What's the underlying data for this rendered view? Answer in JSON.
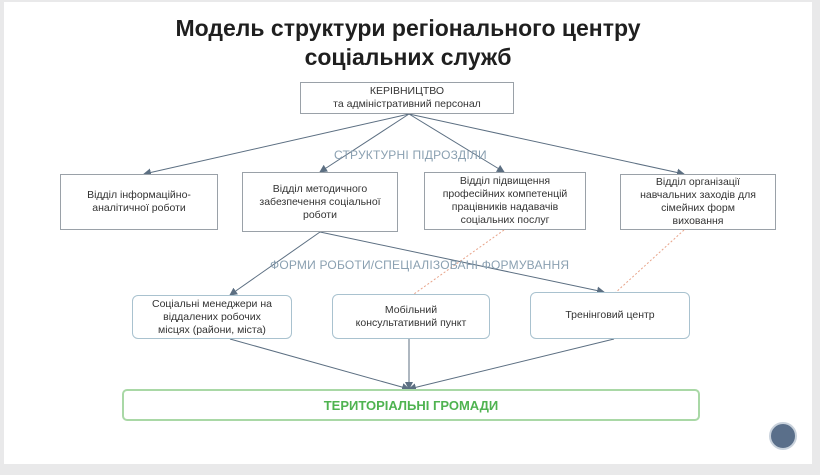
{
  "title": {
    "line1": "Модель структури регіонального центру",
    "line2": "соціальних служб"
  },
  "top_box": {
    "line1": "КЕРІВНИЦТВО",
    "line2": "та адміністративний персонал"
  },
  "labels": {
    "units": "СТРУКТУРНІ ПІДРОЗДІЛИ",
    "forms": "ФОРМИ РОБОТИ/СПЕЦІАЛІЗОВАНІ ФОРМУВАННЯ"
  },
  "departments": [
    {
      "lines": [
        "Відділ інформаційно-",
        "аналітичної роботи"
      ]
    },
    {
      "lines": [
        "Відділ методичного",
        "забезпечення соціальної",
        "роботи"
      ]
    },
    {
      "lines": [
        "Відділ підвищення",
        "професійних компетенцій",
        "працівників надавачів",
        "соціальних послуг"
      ]
    },
    {
      "lines": [
        "Відділ організації",
        "навчальних заходів для",
        "сімейних форм",
        "виховання"
      ]
    }
  ],
  "forms": [
    {
      "lines": [
        "Соціальні менеджери на",
        "віддалених робочих",
        "місцях (райони, міста)"
      ]
    },
    {
      "lines": [
        "Мобільний",
        "консультативний пункт"
      ]
    },
    {
      "lines": [
        "Тренінговий центр"
      ]
    }
  ],
  "bottom_box": {
    "label": "ТЕРИТОРІАЛЬНІ ГРОМАДИ"
  },
  "colors": {
    "connector": "#5c6f82",
    "dotted": "#e8a48a",
    "label": "#8aa0b1",
    "green_text": "#4fb350",
    "green_border": "#a9d8a6",
    "nav_button": "#5a6f8a"
  },
  "icons": {
    "nav_button": "circle-nav-icon"
  }
}
